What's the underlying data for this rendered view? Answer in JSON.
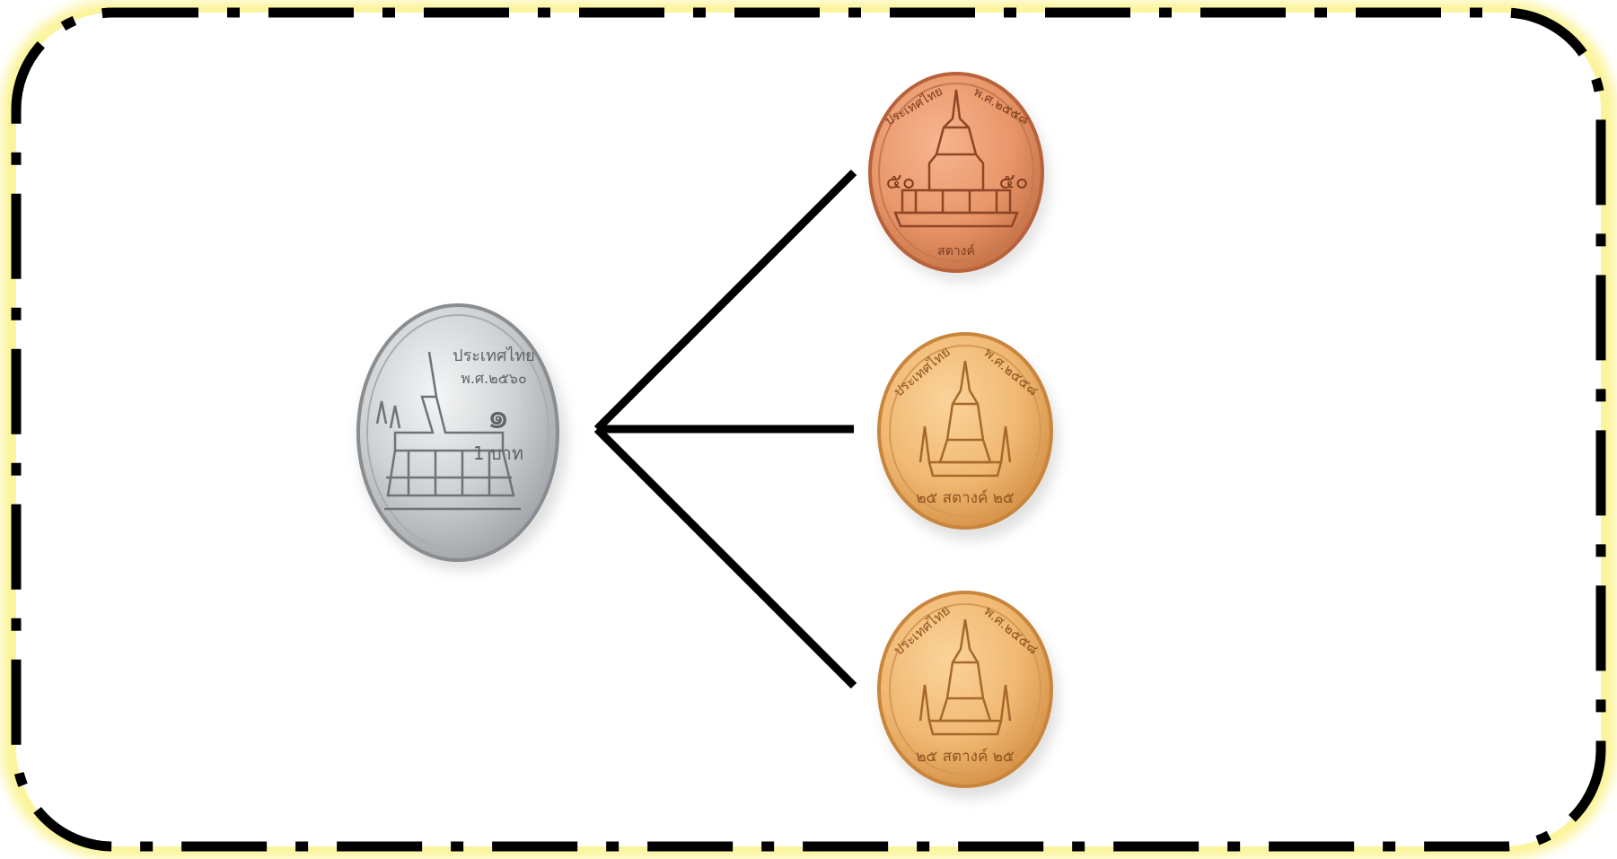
{
  "diagram": {
    "frame": {
      "glow_color": "#fbf49a",
      "dash_color": "#000000",
      "background": "#ffffff"
    },
    "connector_color": "#000000",
    "source_coin": {
      "name": "1 baht coin",
      "metal": "silver",
      "inscription_top": "ประเทศไทย",
      "inscription_year": "พ.ศ.๒๕๖๐",
      "numeral": "๑",
      "denomination": "1 บาท",
      "colors": {
        "face": "#cfd2d4",
        "rim": "#8a8d90",
        "relief": "#6f7377"
      }
    },
    "result_coins": [
      {
        "name": "50 satang coin",
        "metal": "copper",
        "inscription_left": "ประเทศไทย",
        "inscription_right": "พ.ศ.๒๕๕๘",
        "numeral_left": "๕๐",
        "numeral_right": "๕๐",
        "bottom_text": "สตางค์",
        "colors": {
          "face": "#e9966a",
          "rim": "#b7623a",
          "relief": "#8f4624"
        }
      },
      {
        "name": "25 satang coin",
        "metal": "brass",
        "inscription_left": "ประเทศไทย",
        "inscription_right": "พ.ศ.๒๕๕๘",
        "bottom_text": "๒๕ สตางค์ ๒๕",
        "colors": {
          "face": "#f0b872",
          "rim": "#c9853c",
          "relief": "#a5692a"
        }
      },
      {
        "name": "25 satang coin",
        "metal": "brass",
        "inscription_left": "ประเทศไทย",
        "inscription_right": "พ.ศ.๒๕๕๘",
        "bottom_text": "๒๕ สตางค์ ๒๕",
        "colors": {
          "face": "#f0b872",
          "rim": "#c9853c",
          "relief": "#a5692a"
        }
      }
    ]
  }
}
